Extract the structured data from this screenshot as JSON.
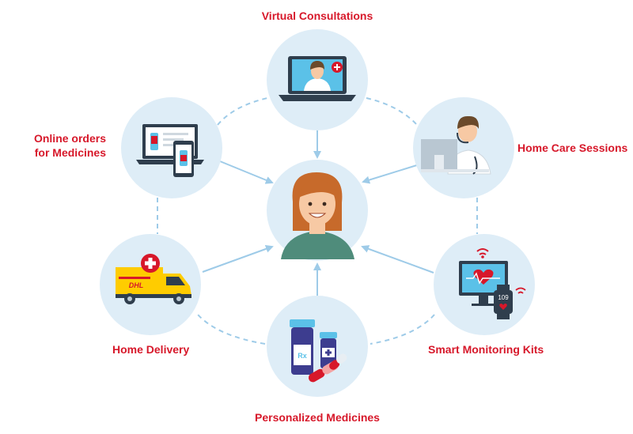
{
  "colors": {
    "accent": "#d7182a",
    "circle_fill": "#deedf7",
    "connector": "#9ecbe8",
    "arrow": "#9ecbe8"
  },
  "center": {
    "icon": "patient-woman-icon"
  },
  "services": [
    {
      "id": "virtual-consultations",
      "label": "Virtual Consultations",
      "icon": "laptop-doctor-icon"
    },
    {
      "id": "home-care-sessions",
      "label": "Home Care Sessions",
      "icon": "doctor-headset-icon"
    },
    {
      "id": "smart-monitoring-kits",
      "label": "Smart Monitoring Kits",
      "icon": "monitor-smartwatch-icon"
    },
    {
      "id": "personalized-medicines",
      "label": "Personalized Medicines",
      "icon": "medicine-bottles-icon"
    },
    {
      "id": "home-delivery",
      "label": "Home Delivery",
      "icon": "delivery-van-icon"
    },
    {
      "id": "online-orders",
      "label": "Online orders\nfor Medicines",
      "icon": "laptop-phone-pharmacy-icon"
    }
  ],
  "icon_text": {
    "van_brand": "DHL",
    "watch_reading": "109",
    "bottle_mark": "Rx"
  }
}
